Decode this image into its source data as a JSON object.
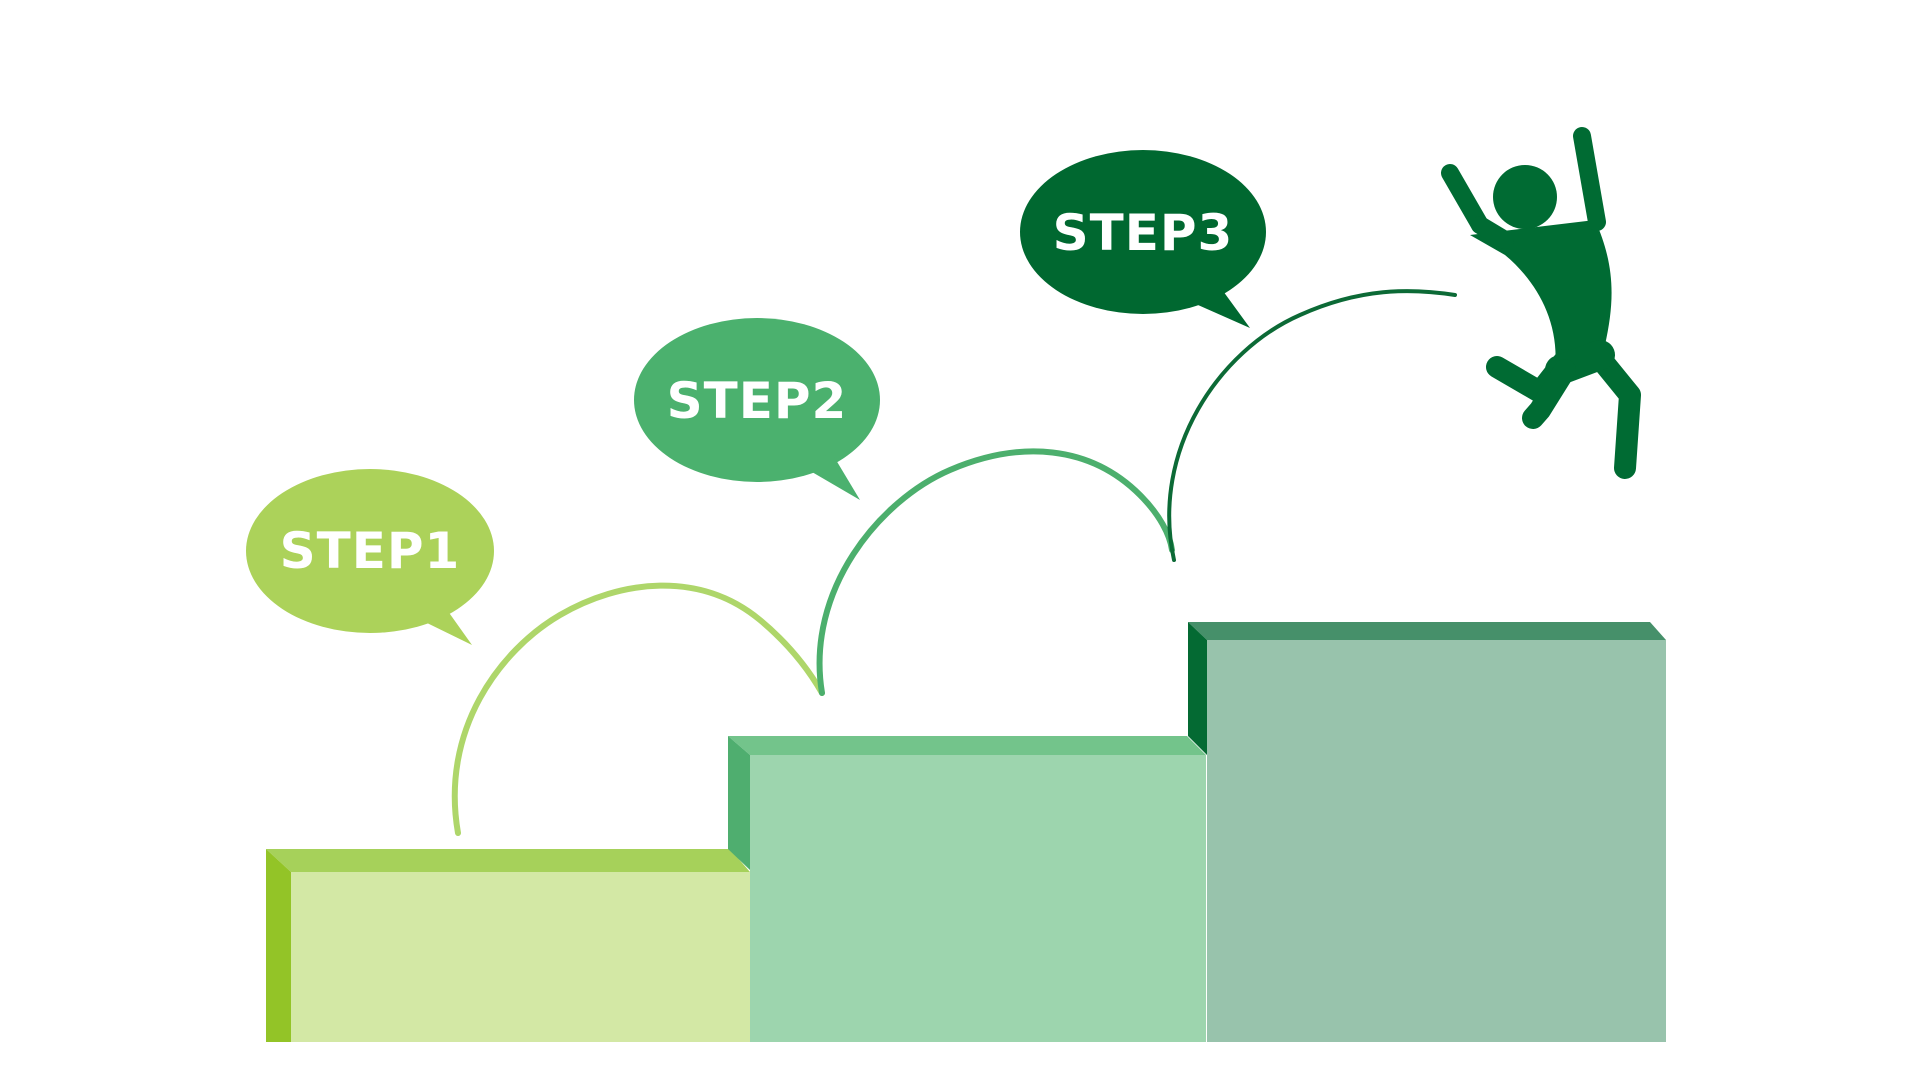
{
  "steps": [
    {
      "label": "STEP1",
      "color": "#acd25a",
      "block_top": "#a6d15a",
      "block_side": "#93c427",
      "block_face": "#d3e8a5",
      "arc_color": "#aed66a"
    },
    {
      "label": "STEP2",
      "color": "#4bb16e",
      "block_top": "#73c48b",
      "block_side": "#4fae6f",
      "block_face": "#9dd5ae",
      "arc_color": "#4caf6d"
    },
    {
      "label": "STEP3",
      "color": "#006830",
      "block_top": "#46906a",
      "block_side": "#046a33",
      "block_face": "#98c3ac",
      "arc_color": "#0c6a36"
    }
  ],
  "figure": {
    "name": "jumping-person",
    "color": "#006b33"
  }
}
